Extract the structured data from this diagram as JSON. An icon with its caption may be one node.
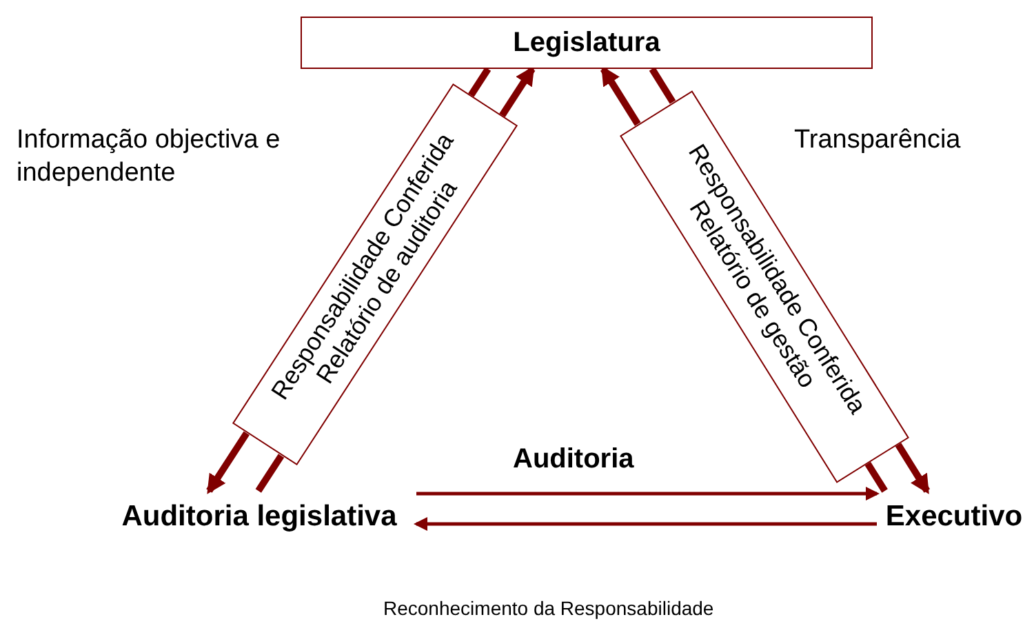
{
  "diagram": {
    "nodes": [
      {
        "text": [
          "Legislatura"
        ]
      },
      {
        "text": [
          "Responsabilidade Conferida",
          "Relatório de auditoria"
        ]
      },
      {
        "text": [
          "Responsabilidade Conferida",
          "Relatório de gestão"
        ]
      },
      {
        "text": [
          "Auditoria legislativa"
        ]
      },
      {
        "text": [
          "Executivo"
        ]
      }
    ],
    "edges": [
      {
        "from": 1,
        "to": 0,
        "arrow": "to"
      },
      {
        "from": 0,
        "to": 1,
        "arrow": "none"
      },
      {
        "from": 1,
        "to": 3,
        "arrow": "to"
      },
      {
        "from": 3,
        "to": 1,
        "arrow": "none"
      },
      {
        "from": 2,
        "to": 0,
        "arrow": "to"
      },
      {
        "from": 0,
        "to": 2,
        "arrow": "none"
      },
      {
        "from": 2,
        "to": 4,
        "arrow": "to"
      },
      {
        "from": 4,
        "to": 2,
        "arrow": "none"
      },
      {
        "from": 3,
        "to": 4,
        "arrow": "to",
        "label": "Auditoria"
      },
      {
        "from": 4,
        "to": 3,
        "arrow": "to"
      }
    ],
    "labels": [
      "Informação objectiva e independente",
      "Transparência",
      "Reconhecimento da Responsabilidade"
    ]
  }
}
